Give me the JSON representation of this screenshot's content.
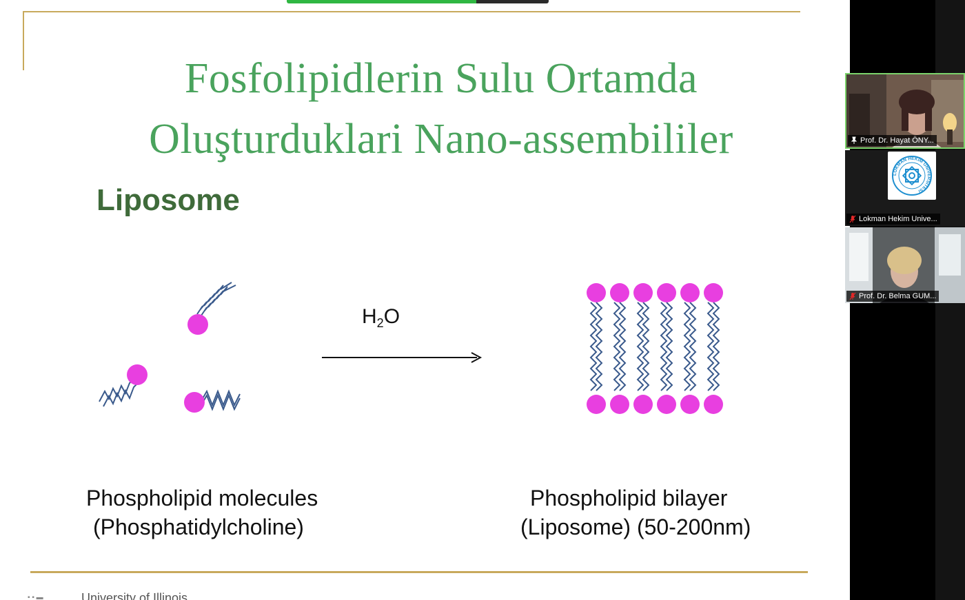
{
  "slide": {
    "title_line1": "Fosfolipidlerin Sulu Ortamda",
    "title_line2": "Oluşturduklari Nano-assembililer",
    "subtitle": "Liposome",
    "reagent_base": "H",
    "reagent_sub": "2",
    "reagent_tail": "O",
    "left_caption_line1": "Phospholipid molecules",
    "left_caption_line2": "(Phosphatidylcholine)",
    "right_caption_line1": "Phospholipid bilayer",
    "right_caption_line2": "(Liposome) (50-200nm)",
    "footer_text": "University of Illinois",
    "colors": {
      "title": "#4aa35d",
      "subtitle": "#3f6b3a",
      "accent_line": "#c8a95c",
      "lipid_head": "#e83fe0",
      "lipid_tail": "#3a5a8c"
    }
  },
  "participants": [
    {
      "name": "Prof. Dr. Hayat ÖNY...",
      "muted": false,
      "active": true,
      "video": true
    },
    {
      "name": "Lokman Hekim Unive...",
      "muted": true,
      "active": false,
      "video": false,
      "logo": "lokman-hekim-universitesi-logo"
    },
    {
      "name": "Prof. Dr. Belma GUM...",
      "muted": true,
      "active": false,
      "video": true
    }
  ],
  "logo_text": "LOKMAN HEKİM ÜNİVERSİTESİ"
}
